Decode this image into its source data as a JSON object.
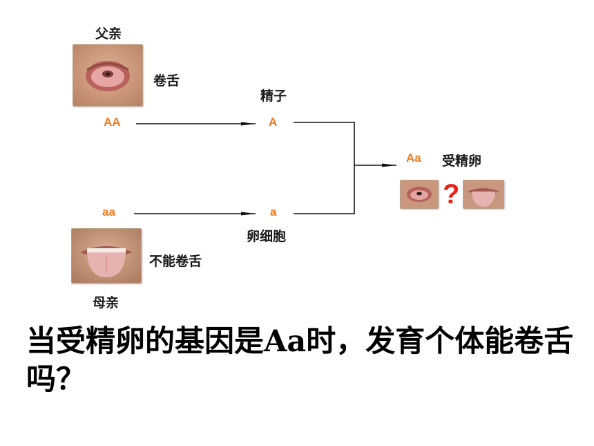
{
  "colors": {
    "gene": "#f07a1e",
    "question_mark": "#e8231a",
    "line": "#111111"
  },
  "father": {
    "title": "父亲",
    "trait": "卷舌",
    "genotype": "AA"
  },
  "mother": {
    "title": "母亲",
    "trait": "不能卷舌",
    "genotype": "aa"
  },
  "sperm": {
    "title": "精子",
    "allele": "A"
  },
  "egg": {
    "title": "卵细胞",
    "allele": "a"
  },
  "zygote": {
    "genotype": "Aa",
    "title": "受精卵",
    "question_mark": "?"
  },
  "question": {
    "text": "当受精卵的基因是Aa时，发育个体能卷舌吗？"
  },
  "icons": {
    "father_photo": "tongue-rolled-mouth-photo",
    "mother_photo": "tongue-out-mouth-photo",
    "offspring_left": "tongue-rolled-mouth-photo",
    "offspring_right": "tongue-out-mouth-photo"
  }
}
